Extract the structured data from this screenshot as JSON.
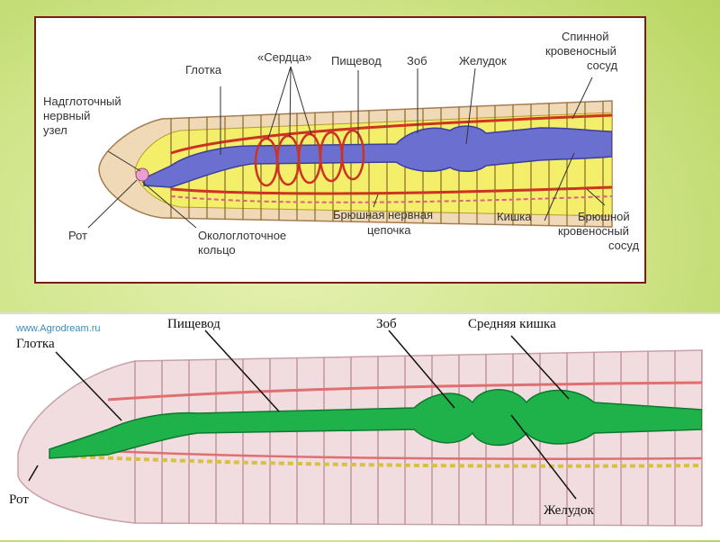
{
  "top_labels": {
    "l1": "Надглоточный",
    "l2": "нервный",
    "l3": "узел",
    "pharynx": "Глотка",
    "hearts": "«Сердца»",
    "esophagus": "Пищевод",
    "crop": "Зоб",
    "stomach": "Желудок",
    "dv1": "Спинной",
    "dv2": "кровеносный",
    "dv3": "сосуд",
    "mouth": "Рот",
    "ring1": "Окологлоточное",
    "ring2": "кольцо",
    "nc1": "Брюшная нервная",
    "nc2": "цепочка",
    "intestine": "Кишка",
    "vv1": "Брюшной",
    "vv2": "кровеносный",
    "vv3": "сосуд"
  },
  "bottom_labels": {
    "watermark": "www.Agrodream.ru",
    "pharynx": "Глотка",
    "esophagus": "Пищевод",
    "crop": "Зоб",
    "midgut": "Средняя кишка",
    "mouth": "Рот",
    "stomach": "Желудок"
  },
  "colors": {
    "worm_top_body": "#efd9b6",
    "worm_top_fill": "#f3ef6a",
    "gut_top": "#6b6fcf",
    "vessels": "#cc3322",
    "worm_bottom_body": "#f1dce0",
    "gut_bottom": "#1fb24a",
    "frame": "#7a1f12"
  }
}
